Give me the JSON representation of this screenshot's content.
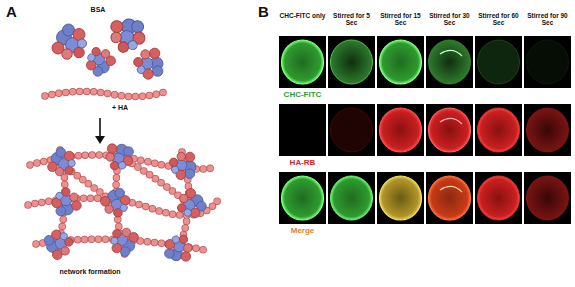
{
  "diagram": {
    "labels": [
      "A",
      "BSA",
      "+ HA",
      "network formation",
      "B",
      "CHC-FITC only",
      "Stirred for 5 Sec",
      "Stirred for 15 Sec",
      "Stirred for 30 Sec",
      "Stirred for 60 Sec",
      "Stirred for 90 Sec",
      "CHC-FITC",
      "HA-RB",
      "Merge"
    ]
  }
}
